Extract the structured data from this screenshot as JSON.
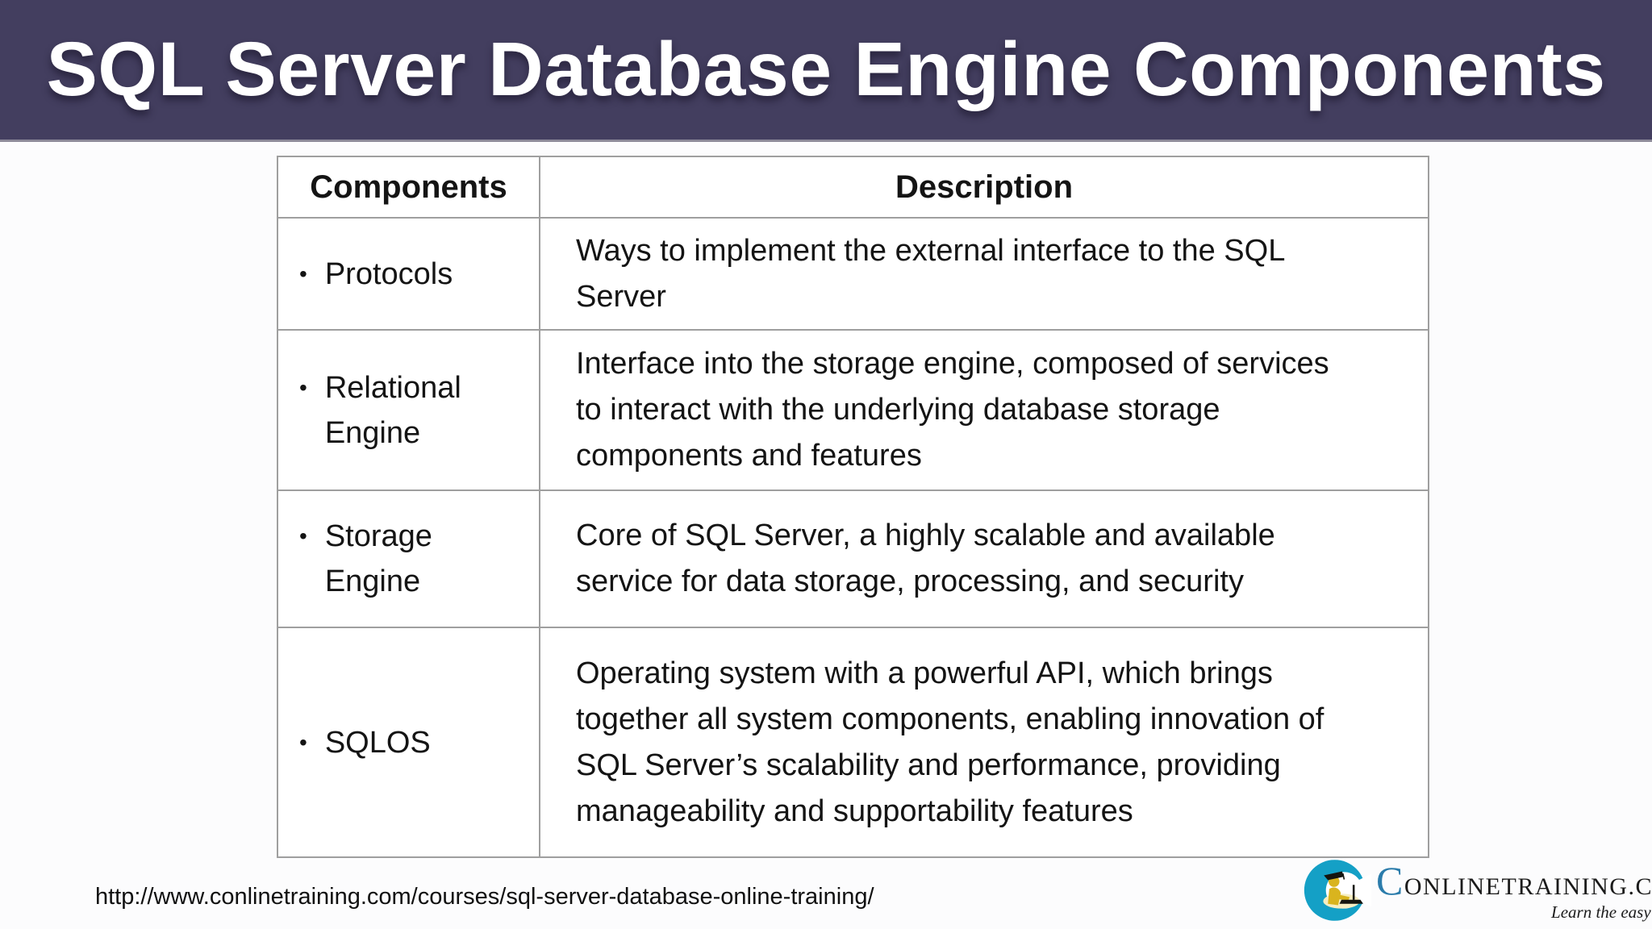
{
  "slide": {
    "title": "SQL Server Database Engine Components",
    "source_url": "http://www.conlinetraining.com/courses/sql-server-database-online-training/"
  },
  "table": {
    "headers": {
      "component": "Components",
      "description": "Description"
    },
    "rows": [
      {
        "bullet": "•",
        "component": "Protocols",
        "description": "Ways to implement the external interface to the SQL\nServer"
      },
      {
        "bullet": "•",
        "component": "Relational\nEngine",
        "description": "Interface into the storage engine, composed of services\nto interact with the underlying database storage\ncomponents and features"
      },
      {
        "bullet": "•",
        "component": "Storage\nEngine",
        "description": "Core of SQL Server, a highly scalable and available\nservice for data storage, processing, and security"
      },
      {
        "bullet": "•",
        "component": "SQLOS",
        "description": "Operating system with a powerful API, which brings\ntogether all system components, enabling innovation of\nSQL Server’s scalability and performance, providing\nmanageability and supportability features"
      }
    ]
  },
  "logo": {
    "brand_initial": "C",
    "brand_rest": "ONLINETRAINING.COM",
    "tagline": "Learn the easy way...",
    "colors": {
      "mark_teal": "#14a0c6",
      "person_yellow": "#d9b41e",
      "initial_blue": "#2b7cab"
    }
  },
  "colors": {
    "header_bg": "#433e5f",
    "title_text": "#ffffff",
    "table_border": "#9f9f9f",
    "page_bg": "#fcfcfd"
  }
}
